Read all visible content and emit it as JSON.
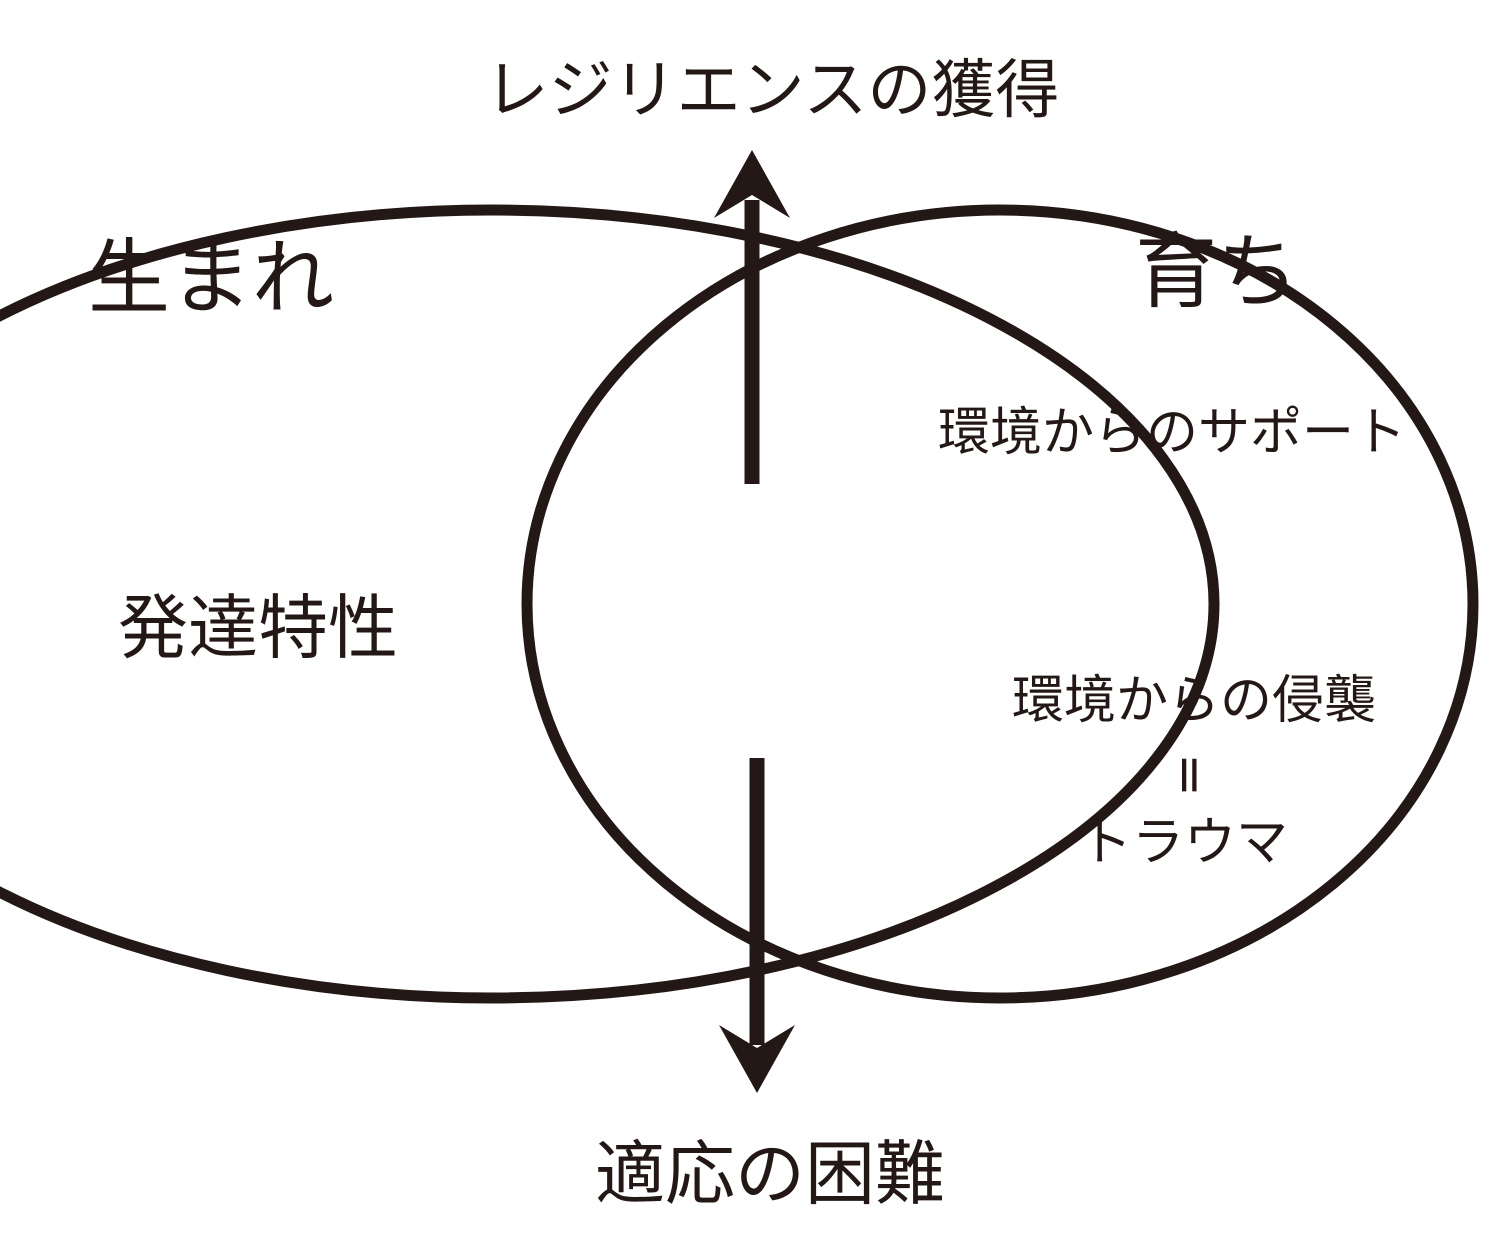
{
  "diagram": {
    "top_label": "レジリエンスの獲得",
    "bottom_label": "適応の困難",
    "left_circle": {
      "title": "生まれ",
      "content": "発達特性"
    },
    "right_circle": {
      "title": "育ち",
      "support": "環境からのサポート",
      "invasion": "環境からの侵襲",
      "equals": "=",
      "trauma": "トラウマ"
    },
    "colors": {
      "stroke": "#231815",
      "background": "#ffffff"
    }
  }
}
